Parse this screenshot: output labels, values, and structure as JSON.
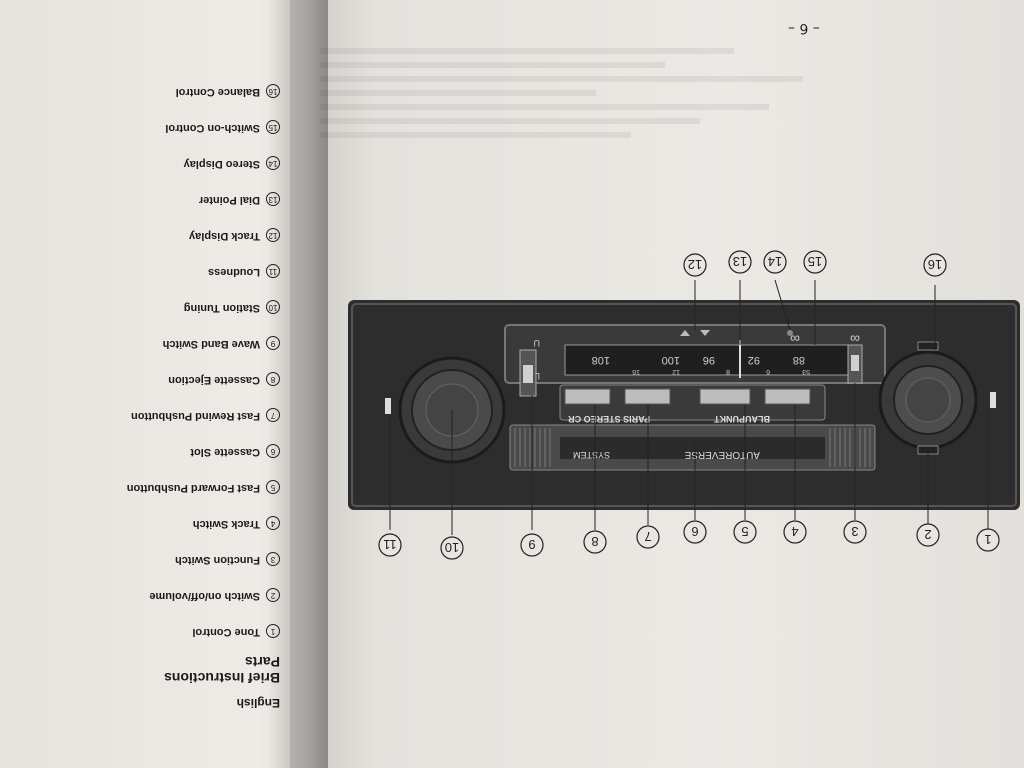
{
  "page_number": "– 6 –",
  "left_page": {
    "language": "English",
    "title_line1": "Brief Instructions",
    "title_line2": "Parts",
    "parts": [
      {
        "num": "1",
        "label": "Tone Control"
      },
      {
        "num": "2",
        "label": "Switch on/off/volume"
      },
      {
        "num": "3",
        "label": "Function Switch"
      },
      {
        "num": "4",
        "label": "Track Switch"
      },
      {
        "num": "5",
        "label": "Fast Forward Pushbutton"
      },
      {
        "num": "6",
        "label": "Cassette Slot"
      },
      {
        "num": "7",
        "label": "Fast Rewind Pushbutton"
      },
      {
        "num": "8",
        "label": "Cassette Ejection"
      },
      {
        "num": "9",
        "label": "Wave Band Switch"
      },
      {
        "num": "10",
        "label": "Station Tuning"
      },
      {
        "num": "11",
        "label": "Loudness"
      },
      {
        "num": "12",
        "label": "Track Display"
      },
      {
        "num": "13",
        "label": "Dial Pointer"
      },
      {
        "num": "14",
        "label": "Stereo Display"
      },
      {
        "num": "15",
        "label": "Switch-on Control"
      },
      {
        "num": "16",
        "label": "Balance Control"
      }
    ]
  },
  "diagram": {
    "brand": "BLAUPUNKT",
    "model_text": "PARIS STEREO CR",
    "autoreverse": "AUTOREVERSE",
    "system": "SYSTEM",
    "fm_scale": [
      "88",
      "92",
      "96",
      "100",
      "108"
    ],
    "mw_scale": [
      "53",
      "6",
      "8",
      "12",
      "16"
    ],
    "band_labels": [
      "U",
      "M",
      "L"
    ],
    "callouts": [
      "1",
      "2",
      "3",
      "4",
      "5",
      "6",
      "7",
      "8",
      "9",
      "10",
      "11",
      "12",
      "13",
      "14",
      "15",
      "16"
    ]
  }
}
